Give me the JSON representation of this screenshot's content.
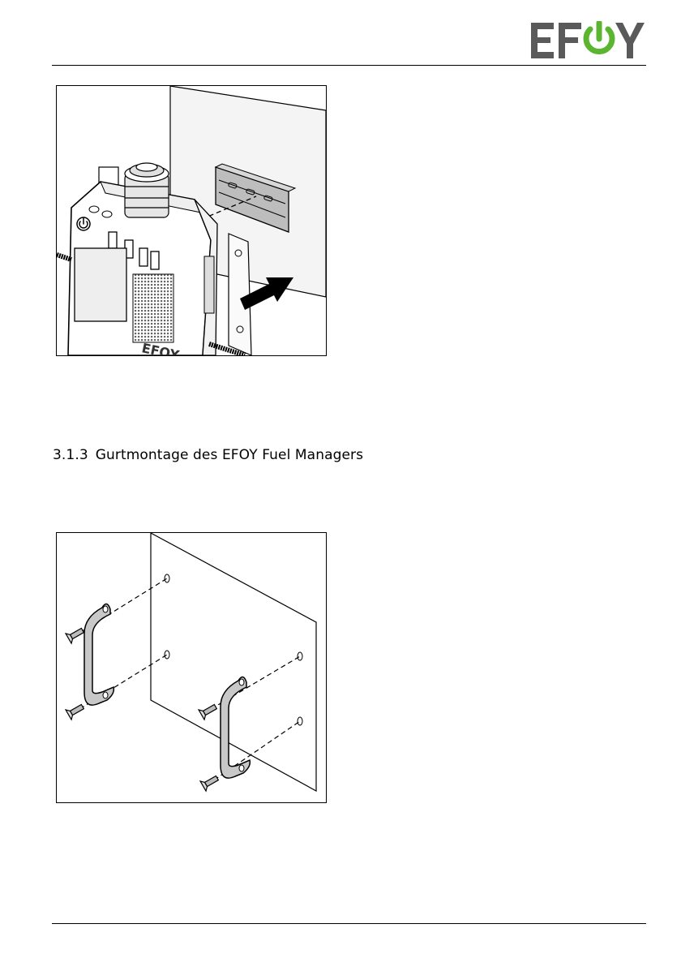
{
  "brand": {
    "logo_text": "EFOY",
    "green": "#5cb531",
    "gray": "#5a5a5a"
  },
  "section": {
    "number": "3.1.3",
    "title": "Gurtmontage des EFOY Fuel Managers"
  },
  "figures": [
    {
      "id": "fig-din-rail-mounting",
      "device_label": "EFOY"
    },
    {
      "id": "fig-strap-mounting"
    }
  ]
}
